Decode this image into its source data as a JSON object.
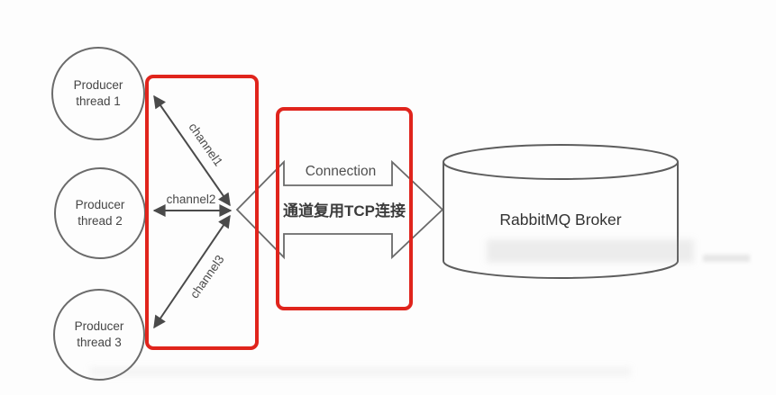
{
  "diagram": {
    "title_hint": "RabbitMQ channel multiplexing over one TCP connection",
    "producers": [
      {
        "label": "Producer thread 1"
      },
      {
        "label": "Producer thread 2"
      },
      {
        "label": "Producer thread 3"
      }
    ],
    "channels": [
      {
        "label": "channel1"
      },
      {
        "label": "channel2"
      },
      {
        "label": "channel3"
      }
    ],
    "connection": {
      "label": "Connection",
      "caption": "通道复用TCP连接"
    },
    "broker": {
      "label": "RabbitMQ Broker"
    },
    "colors": {
      "annotation_red": "#e0241c",
      "shape_gray": "#5d5d5d",
      "arrow_gray": "#4a4a4a"
    }
  }
}
